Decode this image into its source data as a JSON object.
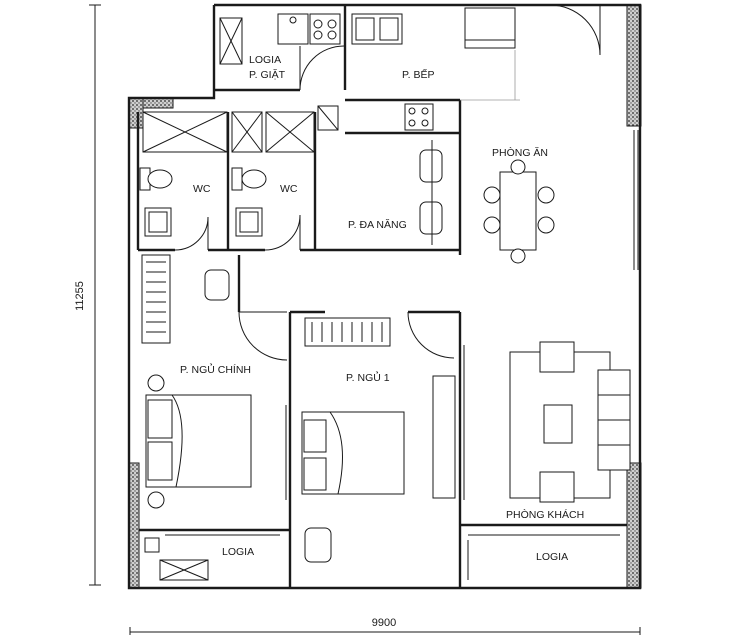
{
  "rooms": {
    "logia_giat_line1": "LOGIA",
    "logia_giat_line2": "P. GIẶT",
    "bep": "P. BẾP",
    "phong_an": "PHÒNG ĂN",
    "wc_left": "WC",
    "wc_right": "WC",
    "da_nang": "P. ĐA NĂNG",
    "ngu_chinh": "P. NGỦ CHÍNH",
    "ngu_1": "P. NGỦ 1",
    "phong_khach": "PHÒNG KHÁCH",
    "logia_left": "LOGIA",
    "logia_right": "LOGIA"
  },
  "dimensions": {
    "width": "9900",
    "height": "11255"
  }
}
